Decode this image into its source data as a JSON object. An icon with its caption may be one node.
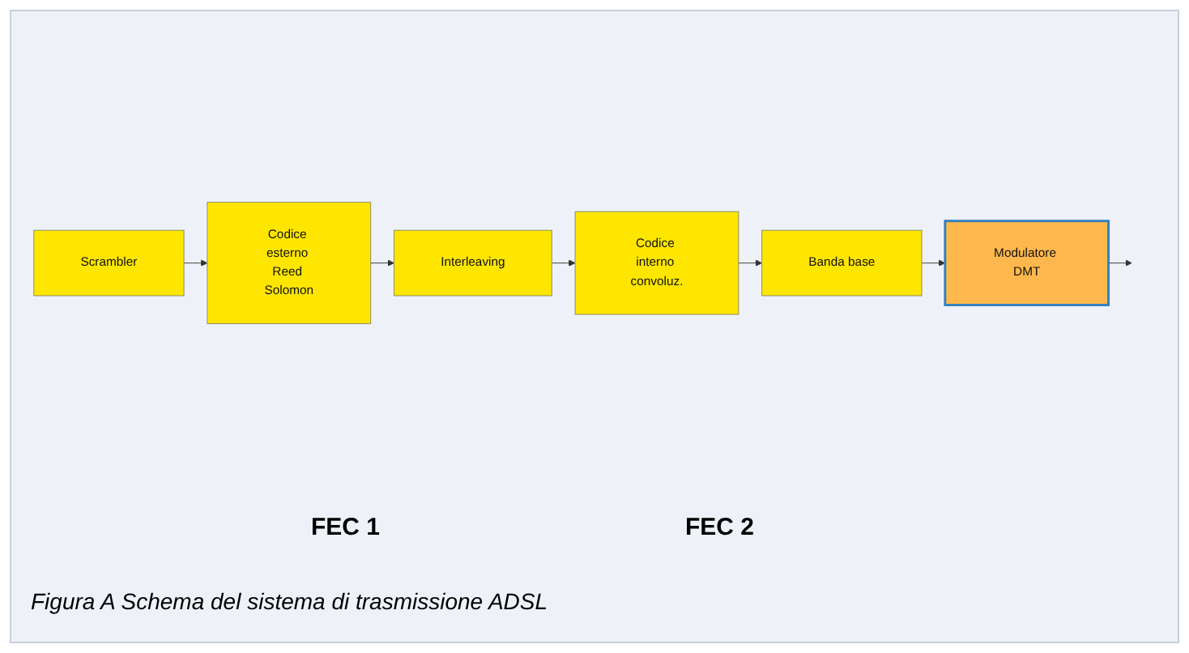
{
  "diagram": {
    "caption": "Figura A Schema del sistema di trasmissione ADSL",
    "nodes": [
      {
        "text": [
          "Scrambler"
        ]
      },
      {
        "text": [
          "Codice esterno Reed Solomon"
        ]
      },
      {
        "text": [
          "Interleaving"
        ]
      },
      {
        "text": [
          "Codice interno convoluz."
        ]
      },
      {
        "text": [
          "Banda base"
        ]
      },
      {
        "text": [
          "Modulatore DMT"
        ]
      }
    ],
    "edges": [
      {
        "from": 0,
        "to": 1,
        "arrow": "to"
      },
      {
        "from": 1,
        "to": 2,
        "arrow": "to"
      },
      {
        "from": 2,
        "to": 3,
        "arrow": "to"
      },
      {
        "from": 3,
        "to": 4,
        "arrow": "to"
      },
      {
        "from": 4,
        "to": 5,
        "arrow": "to"
      },
      {
        "from": 5,
        "to": null,
        "arrow": "to"
      }
    ],
    "labels": [
      "FEC 1",
      "FEC 2"
    ]
  }
}
